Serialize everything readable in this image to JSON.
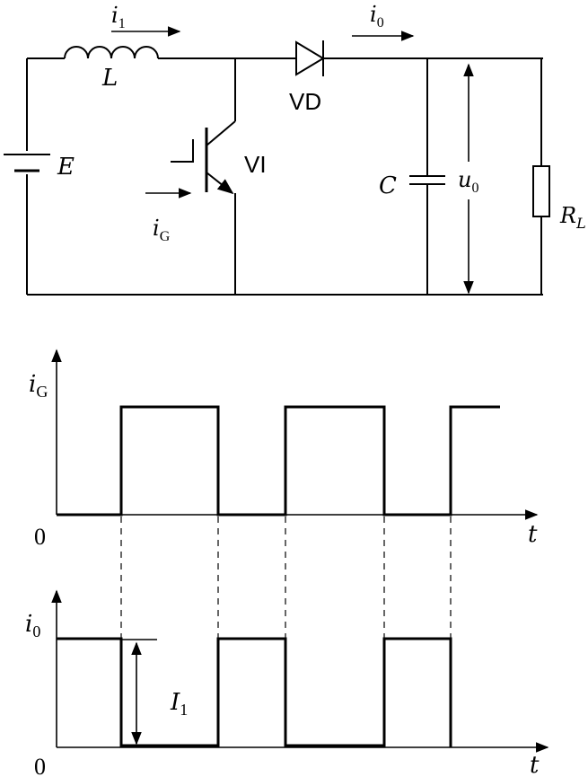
{
  "circuit": {
    "labels": {
      "i1_main": "i",
      "i1_sub": "1",
      "L": "L",
      "i0_main": "i",
      "i0_sub": "0",
      "VD": "VD",
      "E": "E",
      "VI": "VI",
      "C": "C",
      "u0_main": "u",
      "u0_sub": "0",
      "RL_main": "R",
      "RL_sub": "L",
      "iG_main": "i",
      "iG_sub": "G"
    }
  },
  "waveforms": {
    "top": {
      "ylabel_main": "i",
      "ylabel_sub": "G",
      "origin": "0",
      "xlabel": "t"
    },
    "bottom": {
      "ylabel_main": "i",
      "ylabel_sub": "0",
      "origin": "0",
      "xlabel": "t",
      "amplitude_main": "I",
      "amplitude_sub": "1"
    }
  }
}
